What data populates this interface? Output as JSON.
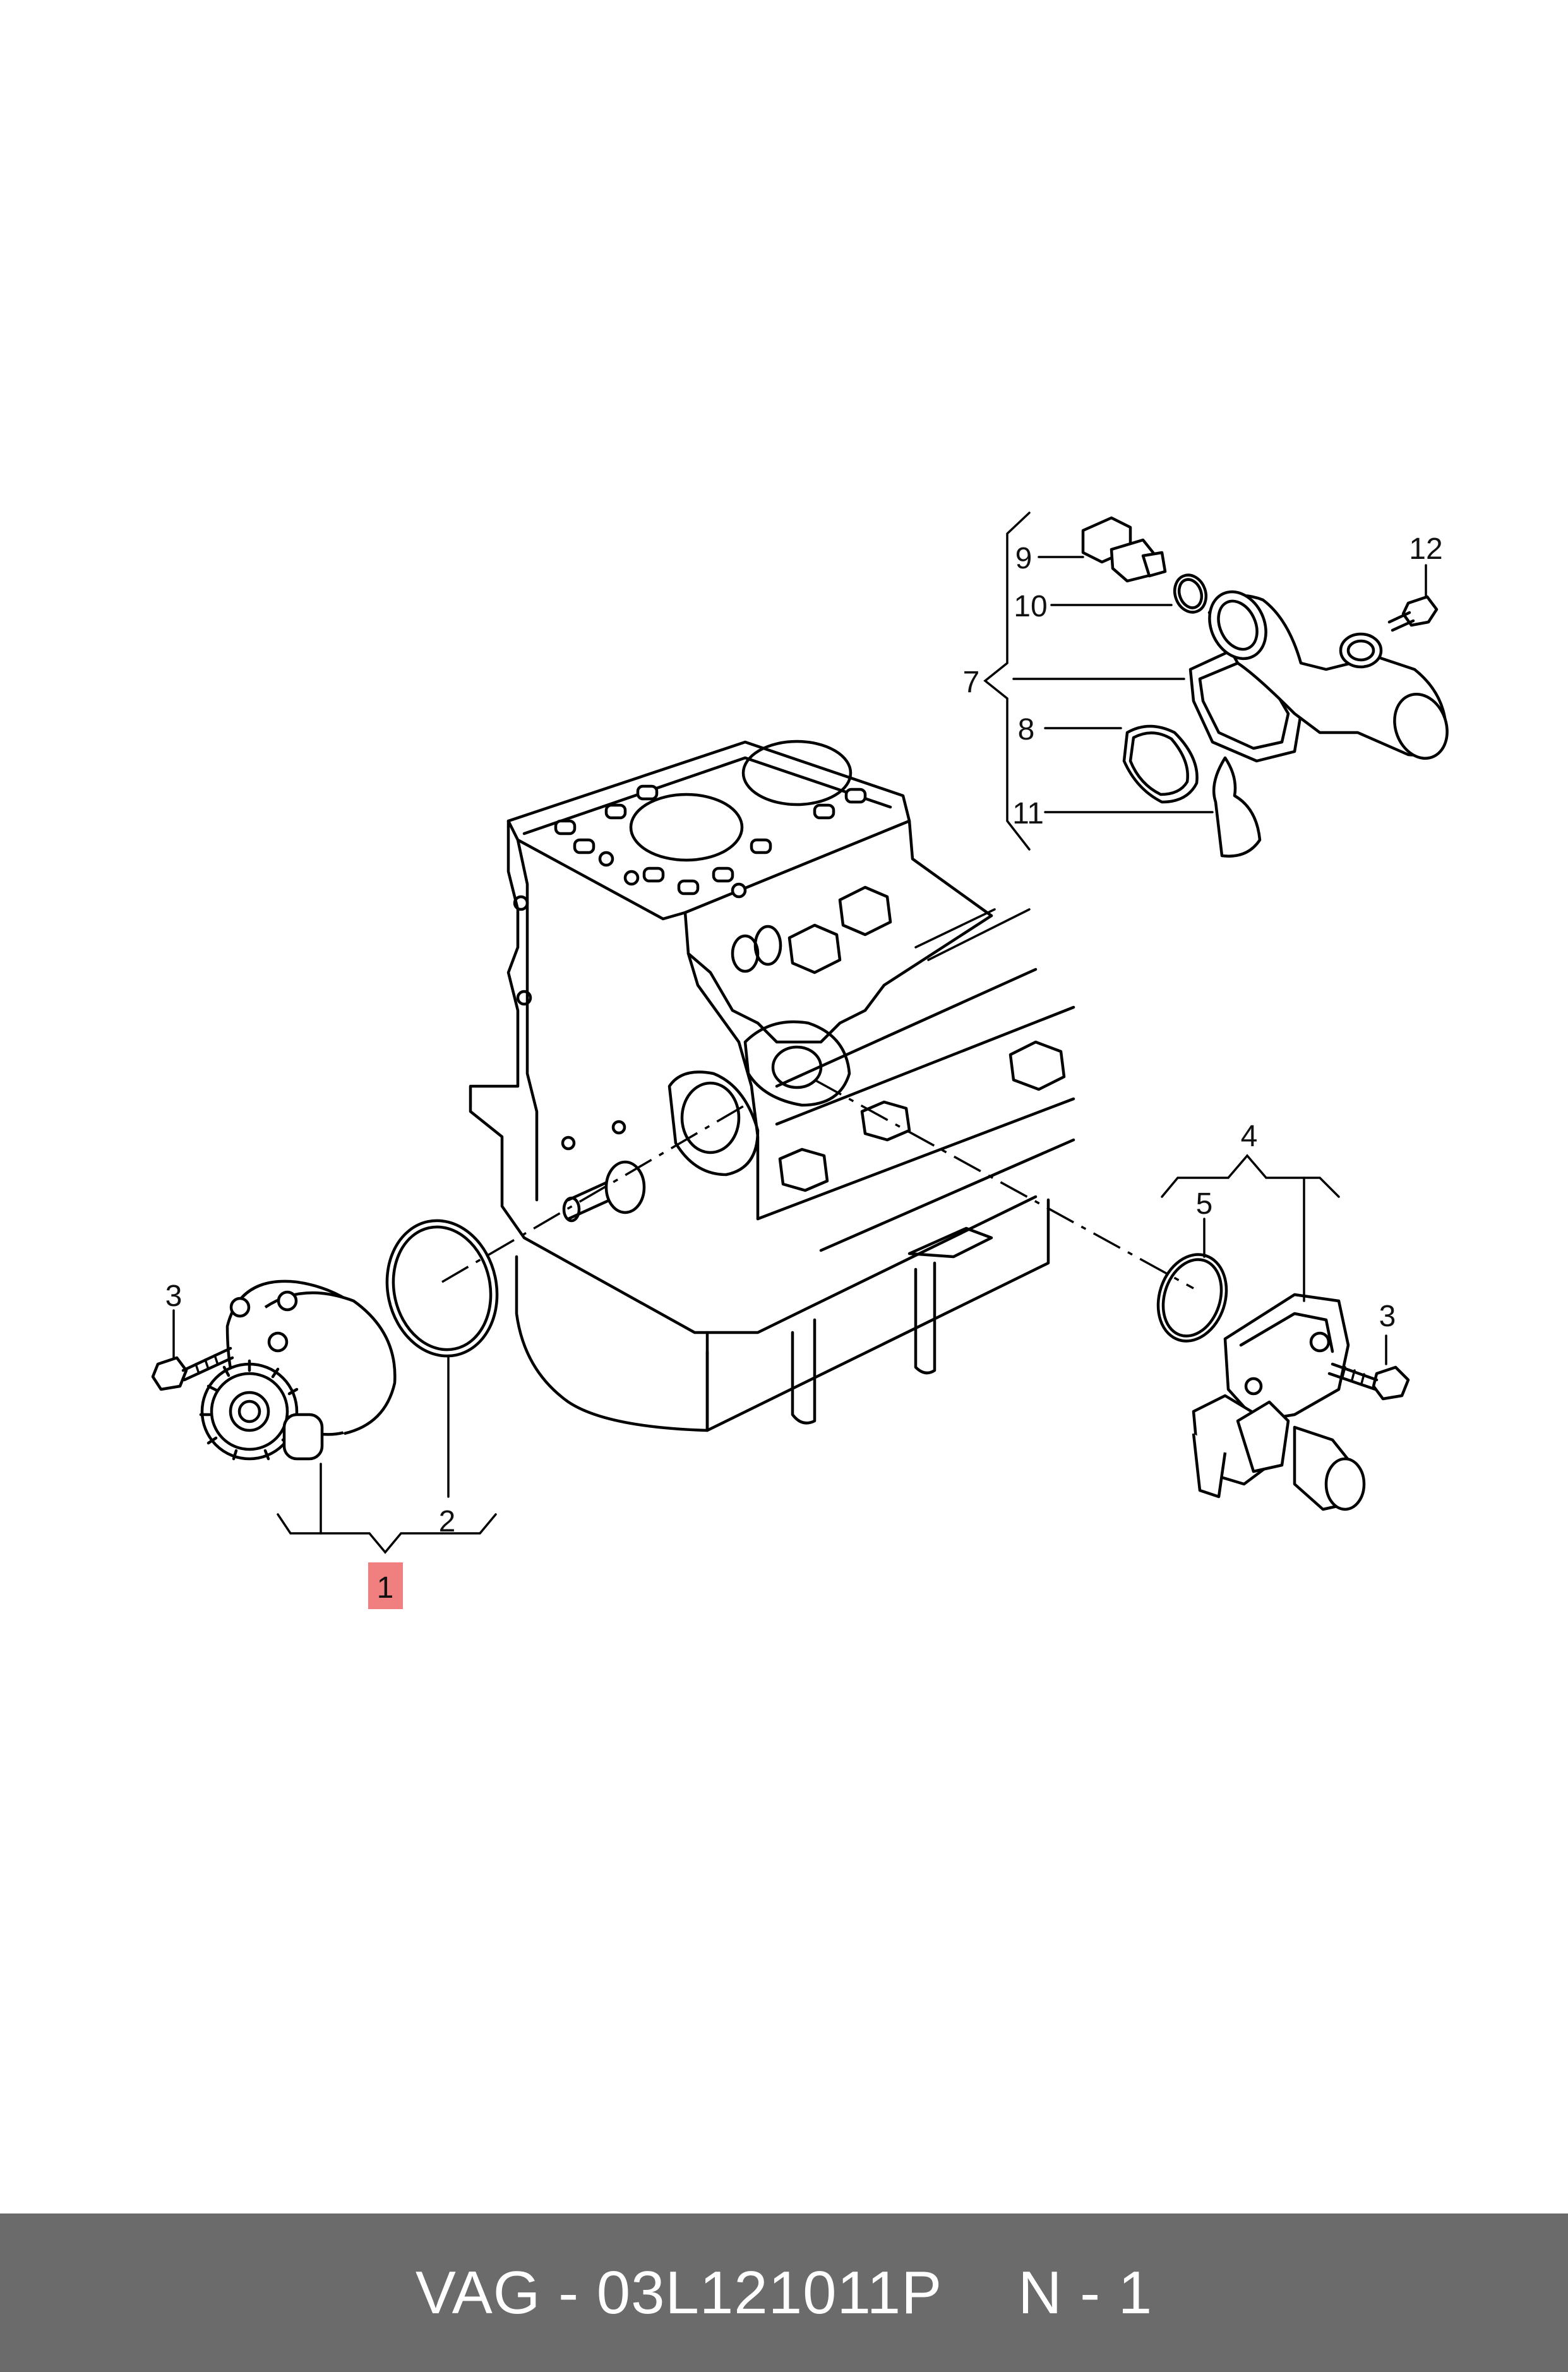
{
  "callouts": [
    {
      "id": "1",
      "text": "1",
      "highlight": true
    },
    {
      "id": "2",
      "text": "2"
    },
    {
      "id": "3a",
      "text": "3"
    },
    {
      "id": "3b",
      "text": "3"
    },
    {
      "id": "4",
      "text": "4"
    },
    {
      "id": "5",
      "text": "5"
    },
    {
      "id": "7",
      "text": "7"
    },
    {
      "id": "8",
      "text": "8"
    },
    {
      "id": "9",
      "text": "9"
    },
    {
      "id": "10",
      "text": "10"
    },
    {
      "id": "11",
      "text": "11"
    },
    {
      "id": "12",
      "text": "12"
    }
  ],
  "colors": {
    "highlight": "#f08080",
    "footer_bg": "#6b6b6b",
    "footer_text": "#ffffff"
  },
  "footer": {
    "part": "VAG - 03L121011P",
    "qty": "N - 1"
  }
}
